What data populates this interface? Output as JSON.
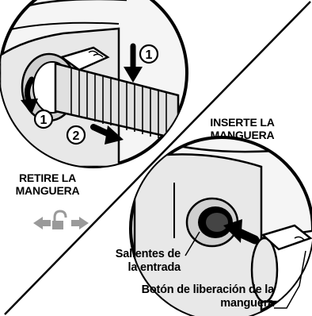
{
  "labels": {
    "remove_line1": "RETIRE LA",
    "remove_line2": "MANGUERA",
    "insert_line1": "INSERTE LA",
    "insert_line2": "MANGUERA",
    "tabs_line1": "Salientes de",
    "tabs_line2": "la entrada",
    "release_line1": "Botón de liberación de la",
    "release_line2": "manguera"
  },
  "steps": {
    "step_one": "1",
    "step_two": "2"
  },
  "icons": [
    "unlock-arrows-icon"
  ],
  "colors": {
    "ink": "#000000",
    "gray": "#9a9a9a",
    "light_gray": "#d9d9d9"
  }
}
